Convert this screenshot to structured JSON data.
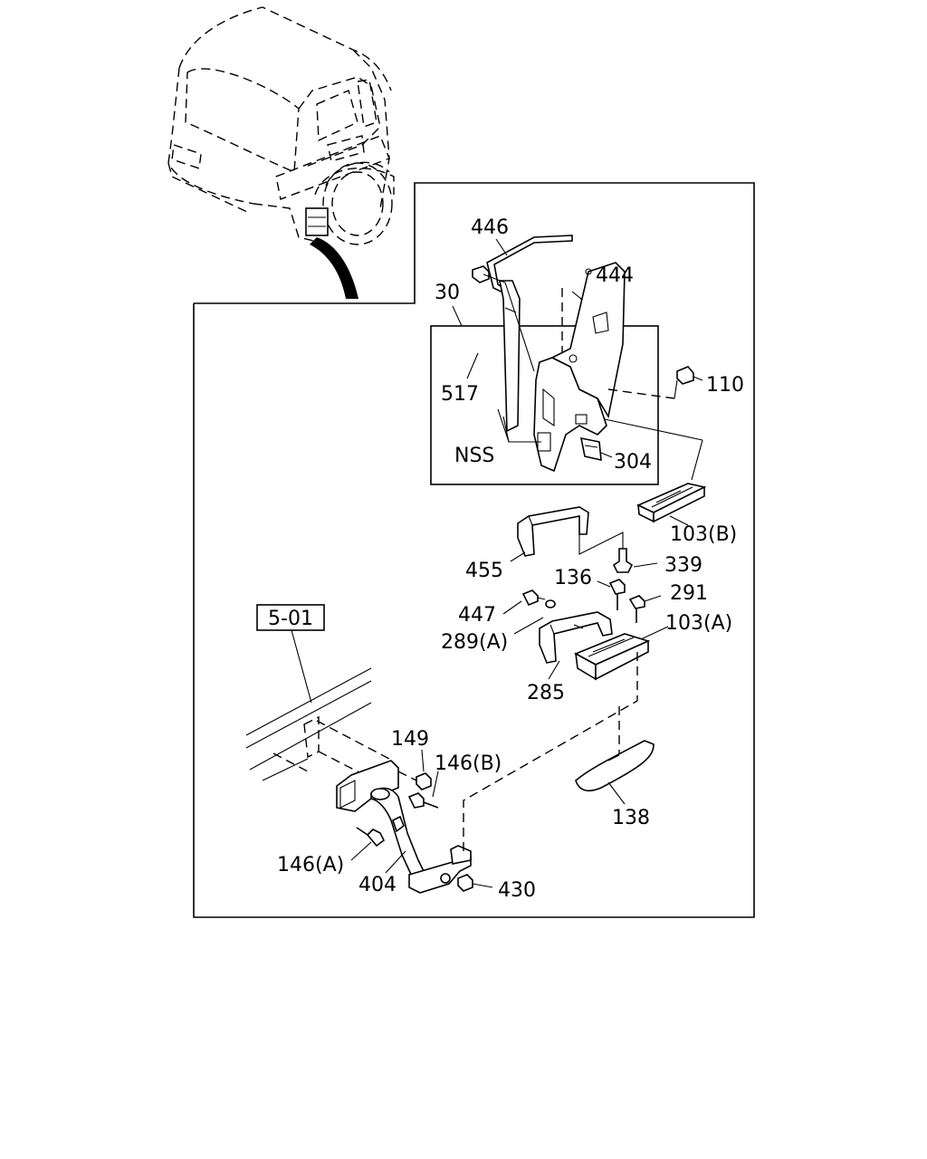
{
  "reference_box": "5-01",
  "callouts": {
    "c446": "446",
    "c444": "444",
    "c30": "30",
    "c517": "517",
    "c110": "110",
    "cNSS": "NSS",
    "c304": "304",
    "c103b": "103(B)",
    "c455": "455",
    "c339": "339",
    "c136": "136",
    "c447": "447",
    "c291": "291",
    "c289a": "289(A)",
    "c103a": "103(A)",
    "c285": "285",
    "c149": "149",
    "c146b": "146(B)",
    "c138": "138",
    "c146a": "146(A)",
    "c404": "404",
    "c430": "430"
  }
}
